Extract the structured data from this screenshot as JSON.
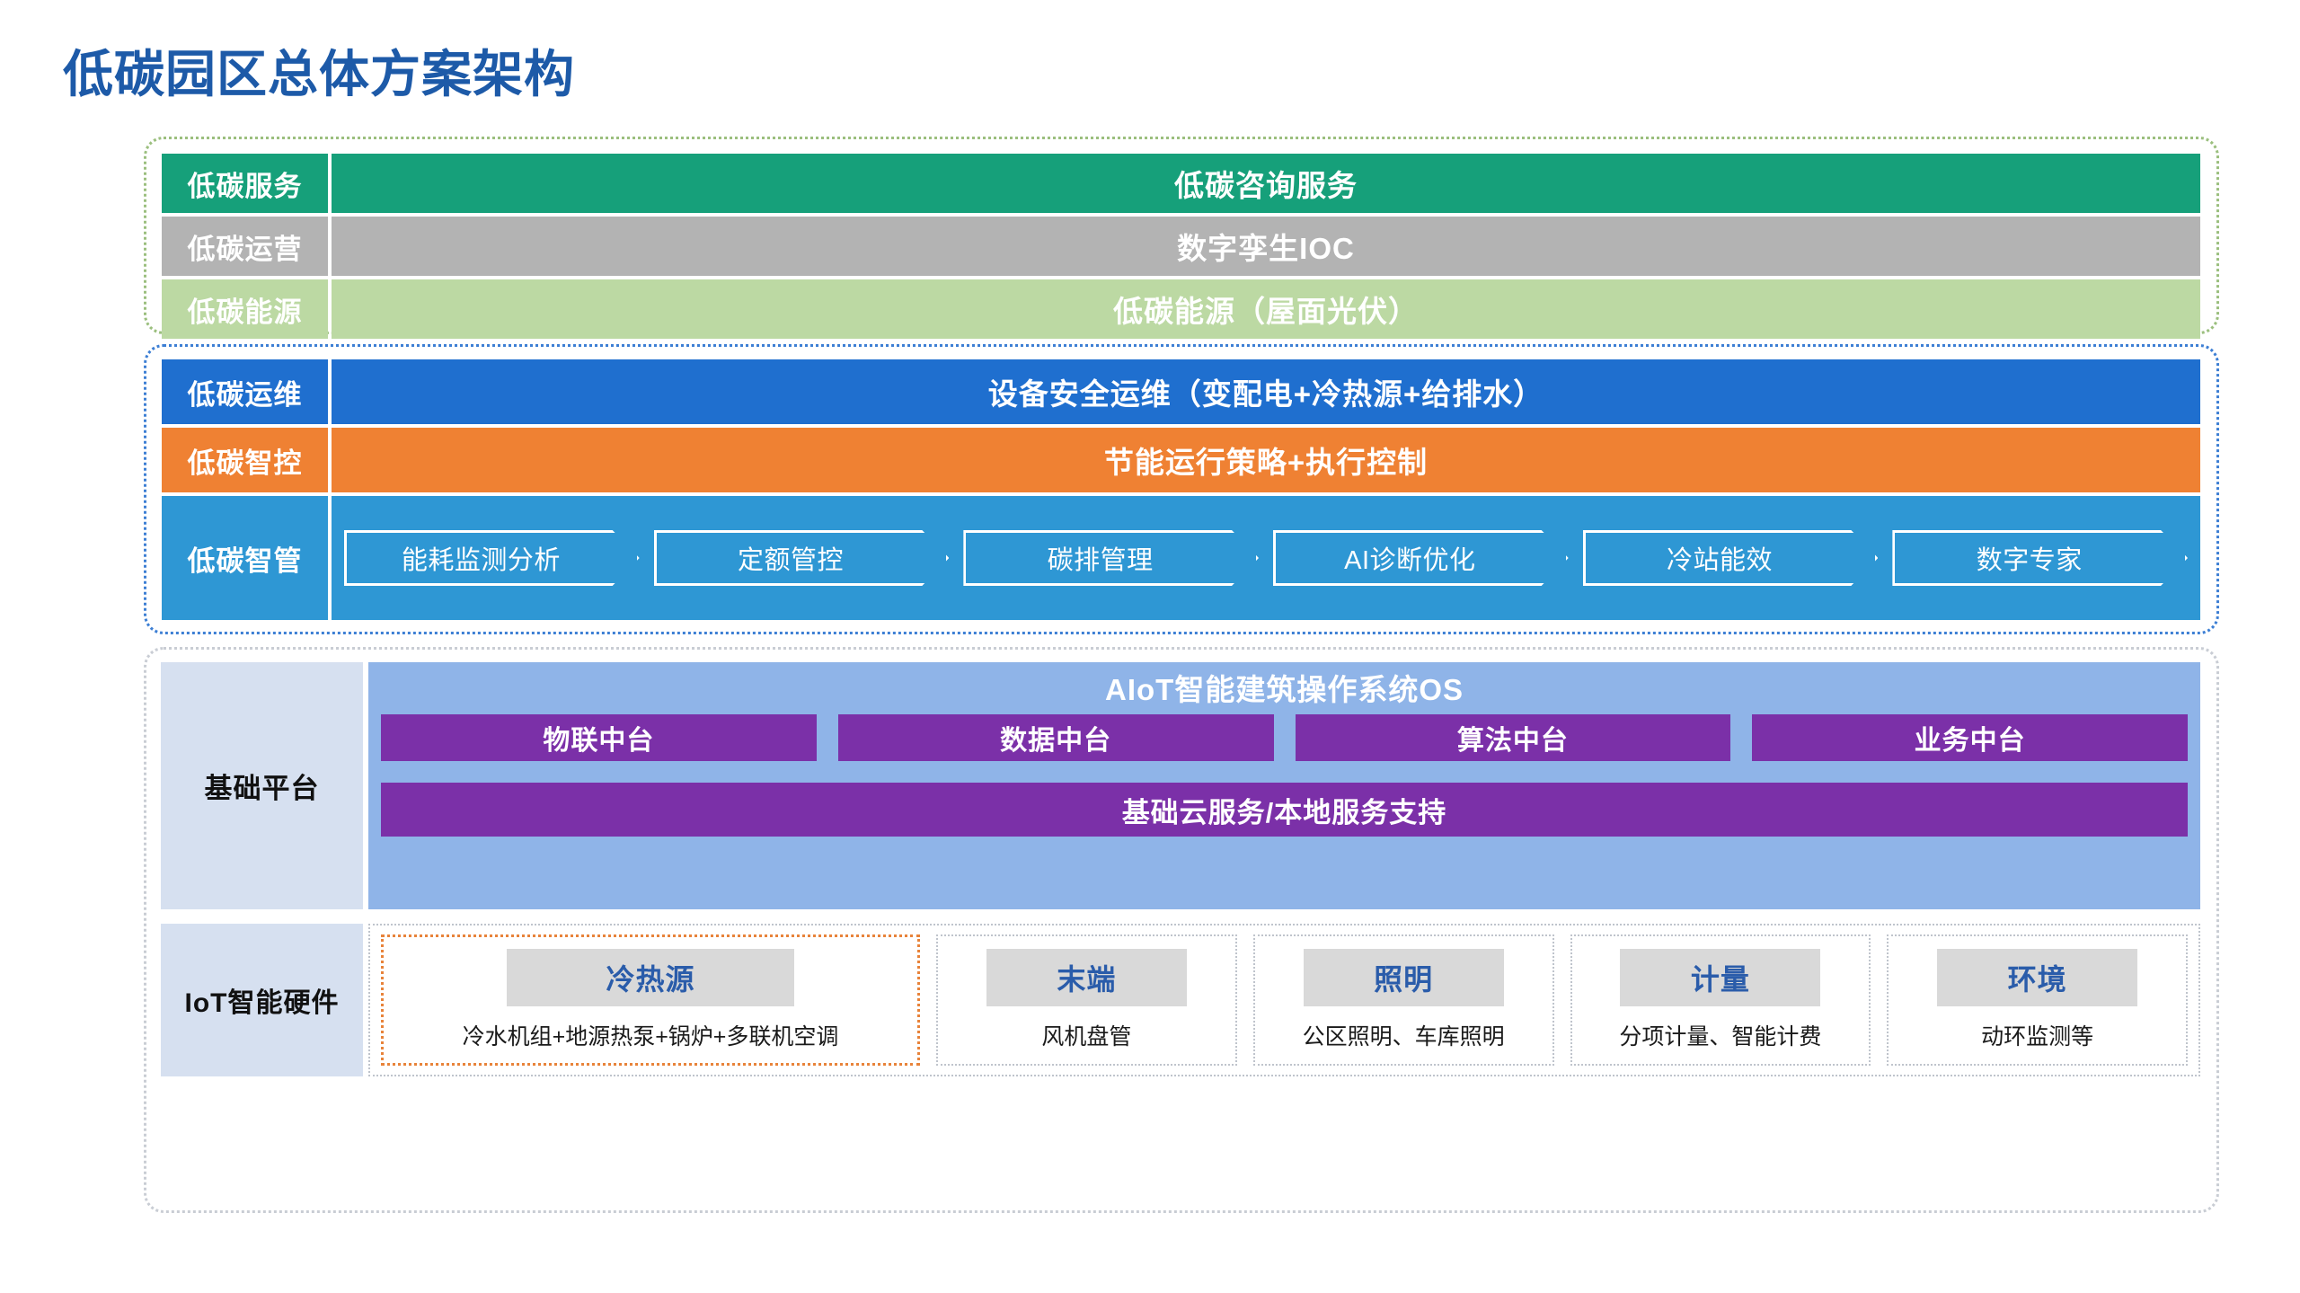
{
  "title": "低碳园区总体方案架构",
  "colors": {
    "title": "#1d5aa8",
    "service_green": "#16a07a",
    "operation_gray": "#b3b3b3",
    "energy_lightgreen": "#bcd9a3",
    "om_blue": "#1f6fcf",
    "control_orange": "#ef8133",
    "manage_blue": "#2e97d4",
    "platform_blue": "#8fb4e8",
    "midplatform_purple": "#7b30a8",
    "label_panel": "#d6e0f0",
    "iot_title_gray": "#d9d9d9",
    "iot_title_text": "#2a5caa",
    "highlight_orange": "#e8833a"
  },
  "groups": {
    "services": {
      "border_color": "#9bbf7e",
      "rows": [
        {
          "label": "低碳服务",
          "content": "低碳咨询服务"
        },
        {
          "label": "低碳运营",
          "content": "数字孪生IOC"
        },
        {
          "label": "低碳能源",
          "content": "低碳能源（屋面光伏）"
        }
      ]
    },
    "operations": {
      "border_color": "#3d7fd4",
      "rows": [
        {
          "label": "低碳运维",
          "content": "设备安全运维（变配电+冷热源+给排水）"
        },
        {
          "label": "低碳智控",
          "content": "节能运行策略+执行控制"
        },
        {
          "label": "低碳智管",
          "content": ""
        }
      ],
      "chevrons": [
        "能耗监测分析",
        "定额管控",
        "碳排管理",
        "AI诊断优化",
        "冷站能效",
        "数字专家"
      ]
    },
    "platform": {
      "border_color": "#c9cdd4",
      "label": "基础平台",
      "aiot_os": "AIoT智能建筑操作系统OS",
      "mid_platforms": [
        "物联中台",
        "数据中台",
        "算法中台",
        "业务中台"
      ],
      "cloud_service": "基础云服务/本地服务支持"
    },
    "iot": {
      "label": "IoT智能硬件",
      "cards": [
        {
          "title": "冷热源",
          "desc": "冷水机组+地源热泵+锅炉+多联机空调",
          "highlighted": true
        },
        {
          "title": "末端",
          "desc": "风机盘管",
          "highlighted": false
        },
        {
          "title": "照明",
          "desc": "公区照明、车库照明",
          "highlighted": false
        },
        {
          "title": "计量",
          "desc": "分项计量、智能计费",
          "highlighted": false
        },
        {
          "title": "环境",
          "desc": "动环监测等",
          "highlighted": false
        }
      ]
    }
  }
}
